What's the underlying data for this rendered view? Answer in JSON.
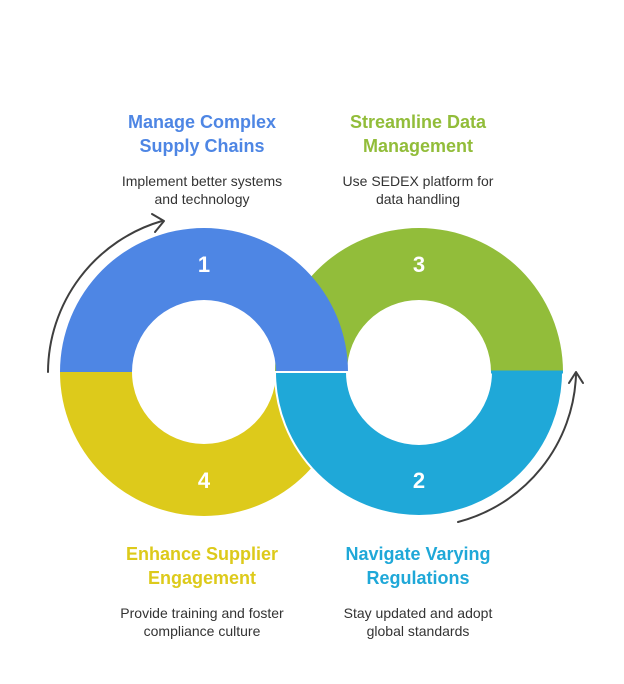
{
  "colors": {
    "blue": "#4E86E4",
    "green": "#92BD3A",
    "cyan": "#1FA8D8",
    "yellow": "#DDCA1B",
    "arrow": "#3f3f3f"
  },
  "steps": [
    {
      "number": "1",
      "title_line1": "Manage Complex",
      "title_line2": "Supply Chains",
      "desc_line1": "Implement better systems",
      "desc_line2": "and technology"
    },
    {
      "number": "2",
      "title_line1": "Navigate Varying",
      "title_line2": "Regulations",
      "desc_line1": "Stay updated and adopt",
      "desc_line2": "global standards"
    },
    {
      "number": "3",
      "title_line1": "Streamline Data",
      "title_line2": "Management",
      "desc_line1": "Use SEDEX platform for",
      "desc_line2": "data handling"
    },
    {
      "number": "4",
      "title_line1": "Enhance Supplier",
      "title_line2": "Engagement",
      "desc_line1": "Provide training and foster",
      "desc_line2": "compliance culture"
    }
  ]
}
